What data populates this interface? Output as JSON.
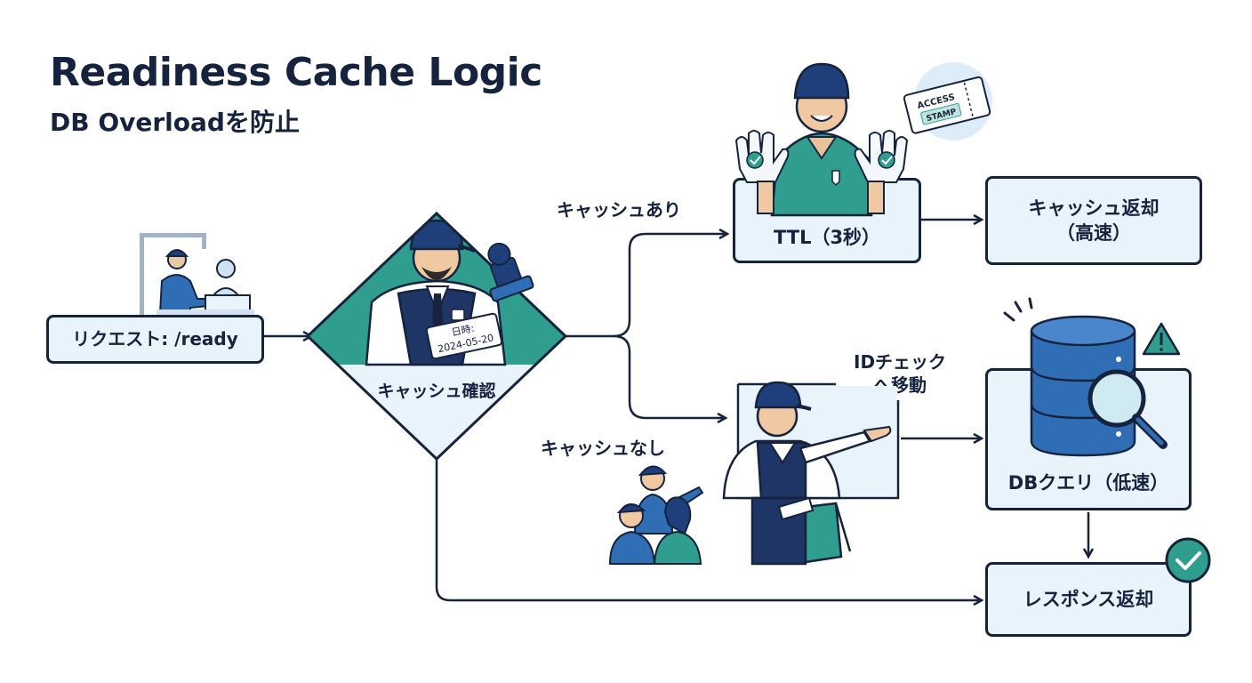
{
  "header": {
    "title": "Readiness Cache Logic",
    "subtitle": "DB Overloadを防止"
  },
  "nodes": {
    "request": "リクエスト: /ready",
    "cache_check": "キャッシュ確認",
    "ttl": "TTL（3秒）",
    "cache_return_line1": "キャッシュ返却",
    "cache_return_line2": "（高速）",
    "db_query": "DBクエリ（低速）",
    "response_return": "レスポンス返却"
  },
  "edges": {
    "cache_hit": "キャッシュあり",
    "cache_miss": "キャッシュなし",
    "id_check_line1": "IDチェック",
    "id_check_line2": "へ移動"
  },
  "illustration_text": {
    "ticket_line1": "ACCESS",
    "ticket_line2": "STAMP",
    "badge_line1": "日時:",
    "badge_line2": "2024-05-20"
  },
  "colors": {
    "navy": "#16233f",
    "teal": "#2f9e8f",
    "light_blue": "#e9f3fb",
    "mid_blue": "#2f6db5"
  }
}
